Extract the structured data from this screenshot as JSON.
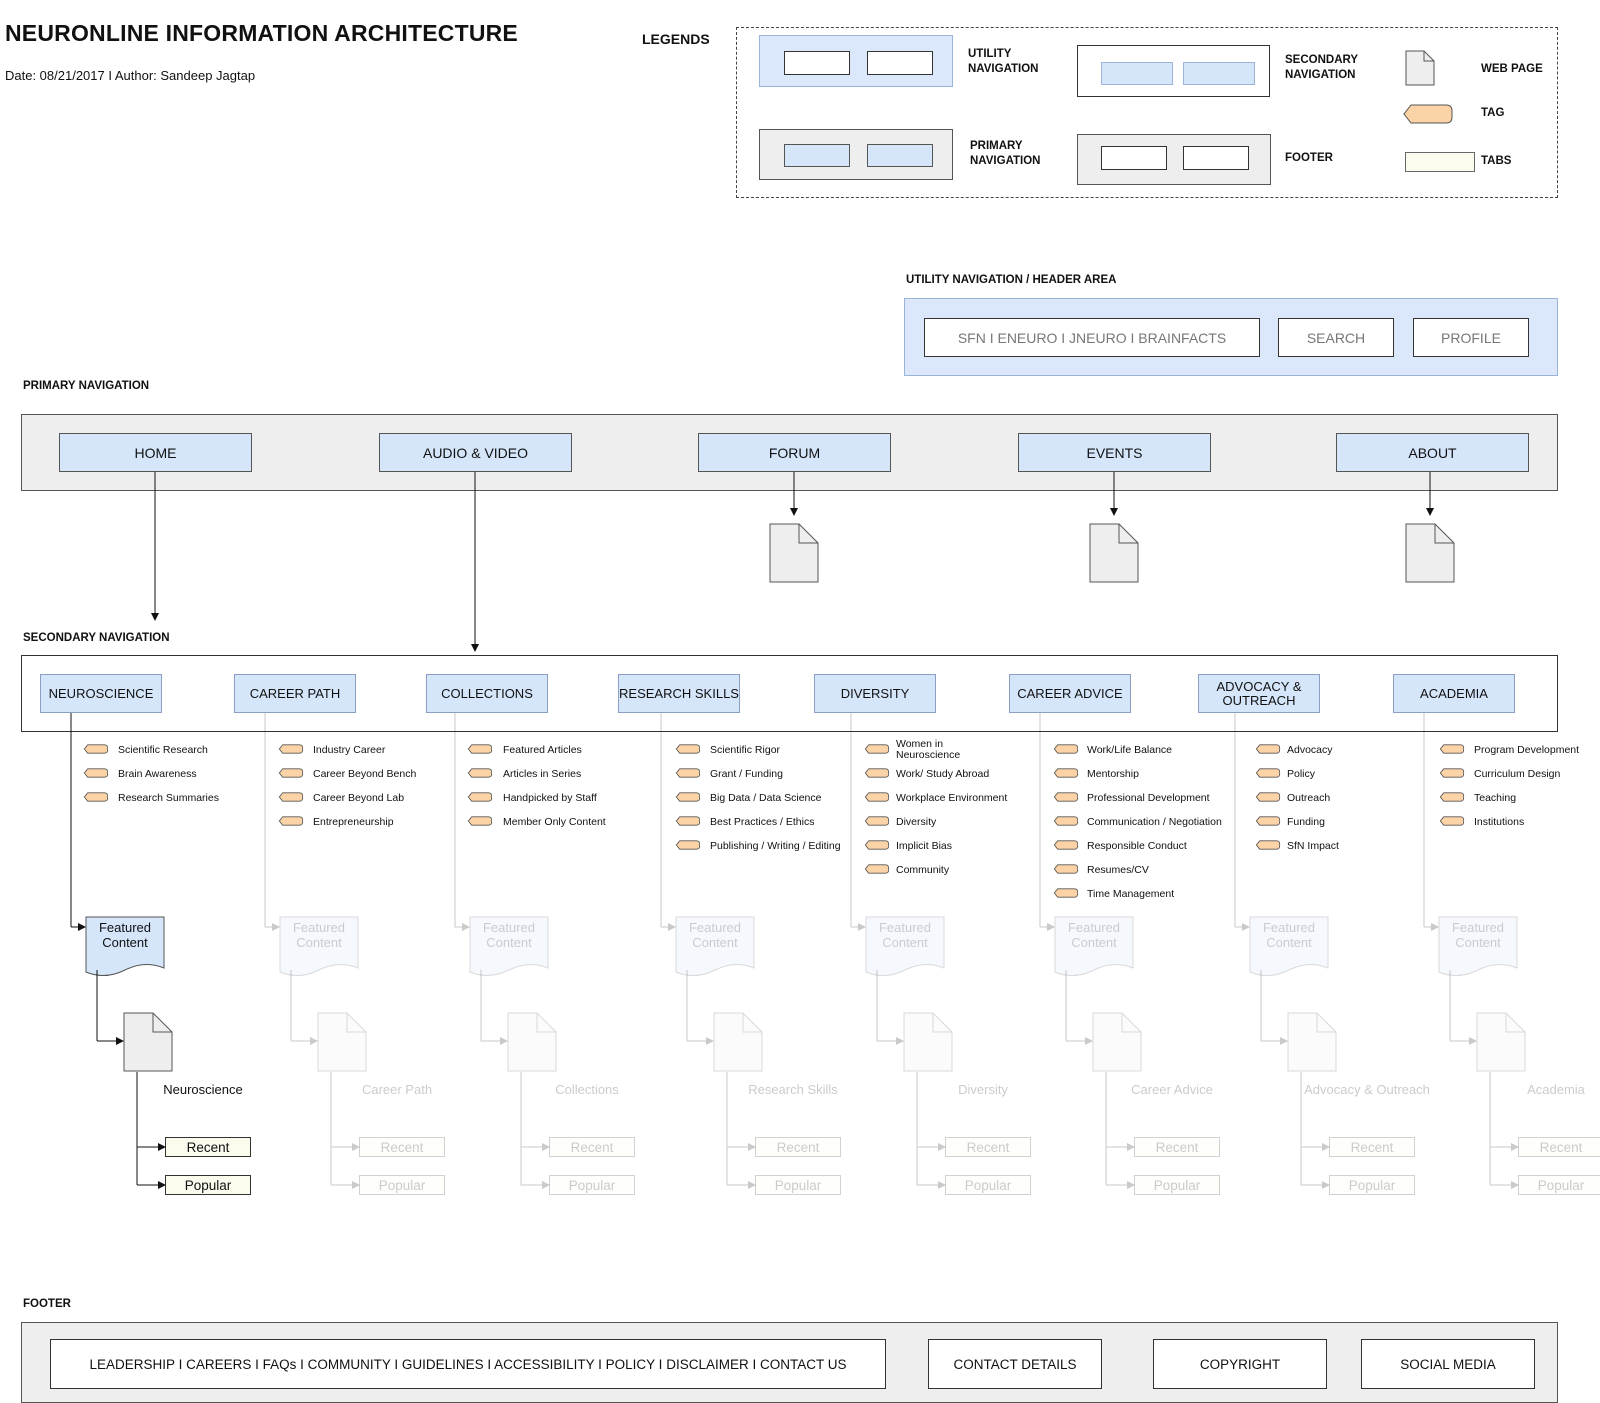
{
  "header": {
    "title": "NEURONLINE INFORMATION ARCHITECTURE",
    "meta": "Date: 08/21/2017 I Author: Sandeep Jagtap"
  },
  "legends": {
    "heading": "LEGENDS",
    "utility": "UTILITY NAVIGATION",
    "secondary": "SECONDARY NAVIGATION",
    "web_page": "WEB PAGE",
    "tag": "TAG",
    "primary": "PRIMARY NAVIGATION",
    "footer": "FOOTER",
    "tabs": "TABS"
  },
  "utility": {
    "heading": "UTILITY NAVIGATION / HEADER AREA",
    "links": "SFN  I  ENEURO  I  JNEURO I BRAINFACTS",
    "search": "SEARCH",
    "profile": "PROFILE"
  },
  "primary": {
    "heading": "PRIMARY NAVIGATION",
    "items": [
      "HOME",
      "AUDIO & VIDEO",
      "FORUM",
      "EVENTS",
      "ABOUT"
    ]
  },
  "secondary": {
    "heading": "SECONDARY NAVIGATION",
    "columns": [
      {
        "label": "NEUROSCIENCE",
        "tags": [
          "Scientific Research",
          "Brain Awareness",
          "Research Summaries"
        ],
        "featured": "Featured Content",
        "page": "Neuroscience",
        "recent": "Recent",
        "popular": "Popular"
      },
      {
        "label": "CAREER PATH",
        "tags": [
          "Industry Career",
          "Career Beyond Bench",
          "Career Beyond Lab",
          "Entrepreneurship"
        ],
        "featured": "Featured Content",
        "page": "Career Path",
        "recent": "Recent",
        "popular": "Popular"
      },
      {
        "label": "COLLECTIONS",
        "tags": [
          "Featured Articles",
          "Articles in Series",
          "Handpicked by Staff",
          "Member Only Content"
        ],
        "featured": "Featured Content",
        "page": "Collections",
        "recent": "Recent",
        "popular": "Popular"
      },
      {
        "label": "RESEARCH SKILLS",
        "tags": [
          "Scientific Rigor",
          "Grant / Funding",
          "Big Data / Data Science",
          "Best Practices / Ethics",
          "Publishing / Writing / Editing"
        ],
        "featured": "Featured Content",
        "page": "Research Skills",
        "recent": "Recent",
        "popular": "Popular"
      },
      {
        "label": "DIVERSITY",
        "tags": [
          "Women in Neuroscience",
          "Work/ Study Abroad",
          "Workplace Environment",
          "Diversity",
          "Implicit Bias",
          "Community"
        ],
        "featured": "Featured Content",
        "page": "Diversity",
        "recent": "Recent",
        "popular": "Popular"
      },
      {
        "label": "CAREER ADVICE",
        "tags": [
          "Work/Life Balance",
          "Mentorship",
          "Professional Development",
          "Communication / Negotiation",
          "Responsible Conduct",
          "Resumes/CV",
          "Time Management"
        ],
        "featured": "Featured Content",
        "page": "Career Advice",
        "recent": "Recent",
        "popular": "Popular"
      },
      {
        "label": "ADVOCACY & OUTREACH",
        "tags": [
          "Advocacy",
          "Policy",
          "Outreach",
          "Funding",
          "SfN Impact"
        ],
        "featured": "Featured Content",
        "page": "Advocacy & Outreach",
        "recent": "Recent",
        "popular": "Popular"
      },
      {
        "label": "ACADEMIA",
        "tags": [
          "Program Development",
          "Curriculum Design",
          "Teaching",
          "Institutions"
        ],
        "featured": "Featured Content",
        "page": "Academia",
        "recent": "Recent",
        "popular": "Popular"
      }
    ]
  },
  "footer": {
    "heading": "FOOTER",
    "links": "LEADERSHIP I CAREERS I FAQs I COMMUNITY I GUIDELINES I ACCESSIBILITY I POLICY I DISCLAIMER I CONTACT US",
    "contact": "CONTACT DETAILS",
    "copyright": "COPYRIGHT",
    "social": "SOCIAL MEDIA"
  },
  "colors": {
    "primary_box": "#d5e6fb",
    "tag_fill": "#fcd3a6",
    "tab_fill": "#fbfbee",
    "band_grey": "#eeeeee"
  }
}
